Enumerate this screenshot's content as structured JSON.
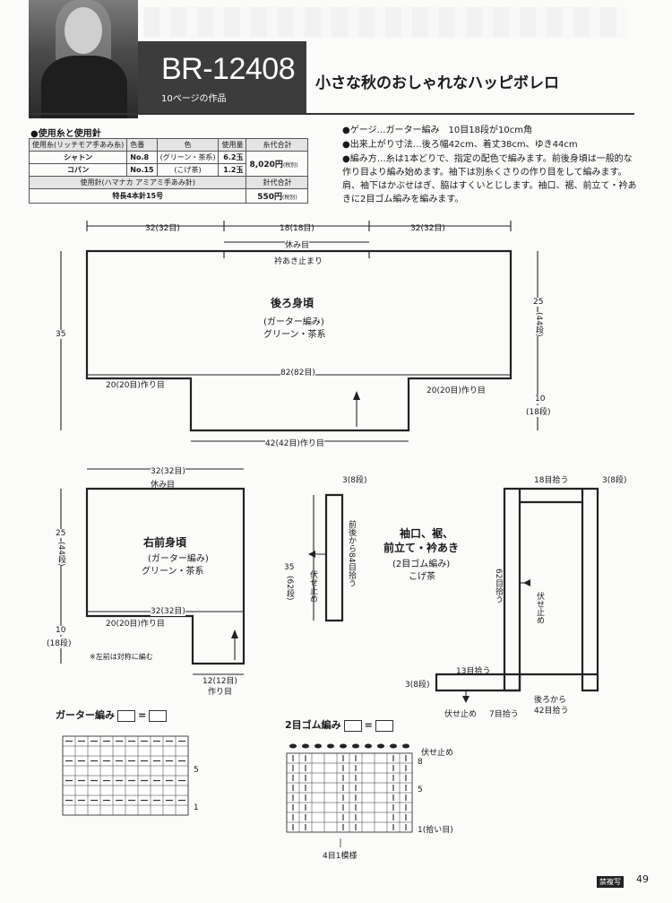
{
  "header": {
    "code": "BR-12408",
    "page_ref": "10ページの作品",
    "title": "小さな秋のおしゃれなハッピボレロ"
  },
  "materials": {
    "section_title": "●使用糸と使用針",
    "col_yarn": "使用糸(リッチモア手あみ糸)",
    "col_colorno": "色番",
    "col_color": "色",
    "col_amount": "使用量",
    "col_price": "糸代合計",
    "row1": {
      "yarn": "シャトン",
      "no": "No.8",
      "color": "(グリーン・茶系)",
      "amount": "6.2玉"
    },
    "row2": {
      "yarn": "コパン",
      "no": "No.15",
      "color": "(こげ茶)",
      "amount": "1.2玉"
    },
    "yarn_total": "8,020円",
    "yarn_total_tax": "(税別)",
    "needle_head": "使用針(ハマナカ アミアミ手あみ針)",
    "needle_price_head": "針代合計",
    "needle": "特長4本針15号",
    "needle_total": "550円",
    "needle_total_tax": "(税別)"
  },
  "specs": [
    "●ゲージ…ガーター編み　10目18段が10cm角",
    "●出来上がり寸法…後ろ幅42cm、着丈38cm、ゆき44cm",
    "●編み方…糸は1本どりで、指定の配色で編みます。前後身頃は一般的な作り目より編み始めます。袖下は別糸くさりの作り目をして編みます。肩、袖下はかぶせはぎ、脇はすくいとじします。袖口、裾、前立て・衿あきに2目ゴム編みを編みます。"
  ],
  "back": {
    "dim_left": "32(32目)",
    "dim_mid": "18(18目)",
    "dim_right": "32(32目)",
    "rest": "休み目",
    "neck": "衿あき止まり",
    "name": "後ろ身頃",
    "stitch": "(ガーター編み)",
    "color": "グリーン・茶系",
    "h_total": "35",
    "h_upper": "25",
    "h_upper_rows": "(44段)",
    "h_lower": "10",
    "h_lower_rows": "(18段)",
    "width": "82(82目)",
    "cast_l": "20(20目)作り目",
    "cast_r": "20(20目)作り目",
    "cast_bottom": "42(42目)作り目"
  },
  "front": {
    "dim_top": "32(32目)",
    "rest": "休み目",
    "name": "右前身頃",
    "stitch": "(ガーター編み)",
    "color": "グリーン・茶系",
    "h_upper": "25",
    "h_upper_rows": "(44段)",
    "h_lower": "10",
    "h_lower_rows": "(18段)",
    "width": "32(32目)",
    "cast": "20(20目)作り目",
    "bottom": "12(12目)",
    "bottom2": "作り目",
    "note": "※左前は対称に編む"
  },
  "band": {
    "name1": "袖口、裾、",
    "name2": "前立て・衿あき",
    "stitch": "(2目ゴム編み)",
    "color": "こげ茶",
    "top_rows": "3(8段)",
    "pickup": "前後から84目拾う",
    "bindoff": "伏せ止め",
    "h": "35",
    "h_rows": "(62段)",
    "pick18": "18目拾う",
    "rows_r": "3(8段)",
    "pick62": "62目拾う",
    "bindoff2": "伏せ止め",
    "rows_b": "3(8段)",
    "pick13": "13目拾う",
    "bindoff3": "伏せ止め",
    "pick7": "7目拾う",
    "back42a": "後ろから",
    "back42b": "42目拾う"
  },
  "garter": {
    "title": "ガーター編み",
    "eq": "=",
    "tick5": "5",
    "tick1": "1"
  },
  "rib": {
    "title": "2目ゴム編み",
    "eq": "=",
    "bindoff": "伏せ止め",
    "tick8": "8",
    "tick5": "5",
    "tick1": "1(拾い目)",
    "repeat": "4目1模様"
  },
  "footer": {
    "badge": "禁複写",
    "page": "49"
  }
}
